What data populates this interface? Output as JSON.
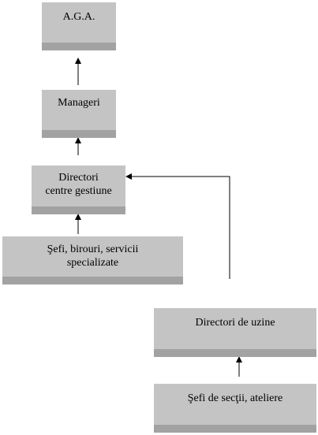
{
  "diagram": {
    "nodes": {
      "aga": "A.G.A.",
      "manageri": "Manageri",
      "directori_centre": "Directori\ncentre gestiune",
      "sefi_birouri": "Şefi, birouri, servicii\nspecializate",
      "directori_uzine": "Directori de uzine",
      "sefi_sectii": "Şefi de secţii, ateliere"
    }
  }
}
